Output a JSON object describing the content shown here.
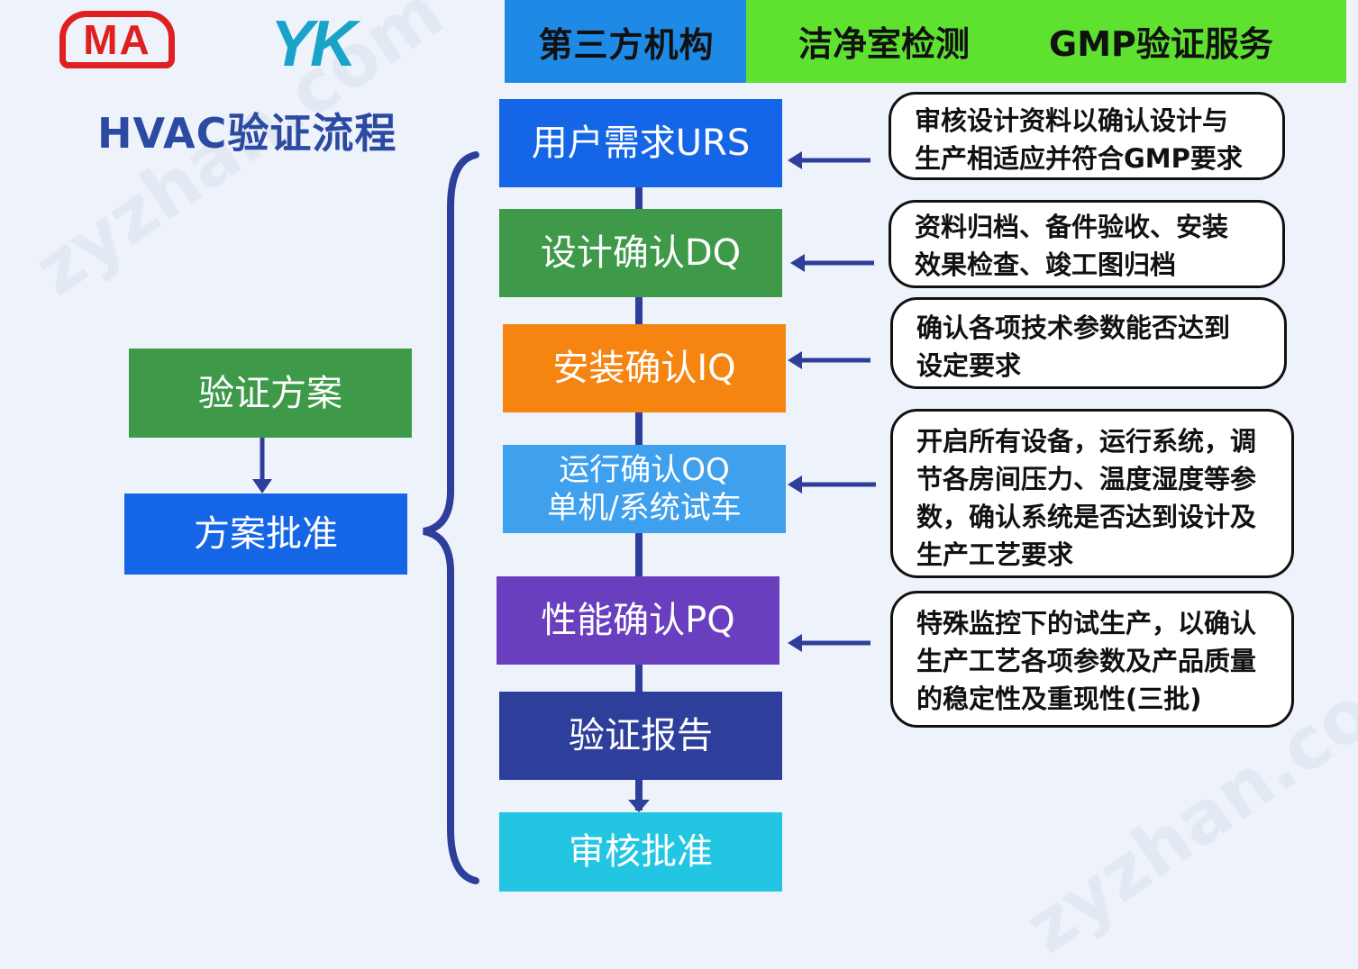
{
  "header": {
    "tag1": "第三方机构",
    "tag2": "洁净室检测",
    "tag3": "GMP验证服务"
  },
  "logos": {
    "cma": "MA",
    "brand": "YK"
  },
  "watermark": "zyzhan.com",
  "title": "HVAC验证流程",
  "left_flow": {
    "plan": "验证方案",
    "approval": "方案批准"
  },
  "steps": {
    "urs": "用户需求URS",
    "dq": "设计确认DQ",
    "iq": "安装确认IQ",
    "oq_line1": "运行确认OQ",
    "oq_line2": "单机/系统试车",
    "pq": "性能确认PQ",
    "report": "验证报告",
    "review": "审核批准"
  },
  "notes": {
    "urs": [
      "审核设计资料以确认设计与",
      "生产相适应并符合GMP要求"
    ],
    "dq": [
      "资料归档、备件验收、安装",
      "效果检查、竣工图归档"
    ],
    "iq": [
      "确认各项技术参数能否达到",
      "设定要求"
    ],
    "oq": [
      "开启所有设备，运行系统，调",
      "节各房间压力、温度湿度等参",
      "数，确认系统是否达到设计及",
      "生产工艺要求"
    ],
    "pq": [
      "特殊监控下的试生产，以确认",
      "生产工艺各项参数及产品质量",
      "的稳定性及重现性(三批)"
    ]
  },
  "colors": {
    "urs": "#1466e6",
    "dq": "#3e9a49",
    "iq": "#f58411",
    "oq": "#3fa0ee",
    "pq": "#6a3fbf",
    "report": "#2e3f9b",
    "review": "#22c6e2",
    "plan": "#3e9a49",
    "approval": "#1466e6",
    "connector": "#2e3f9b"
  }
}
